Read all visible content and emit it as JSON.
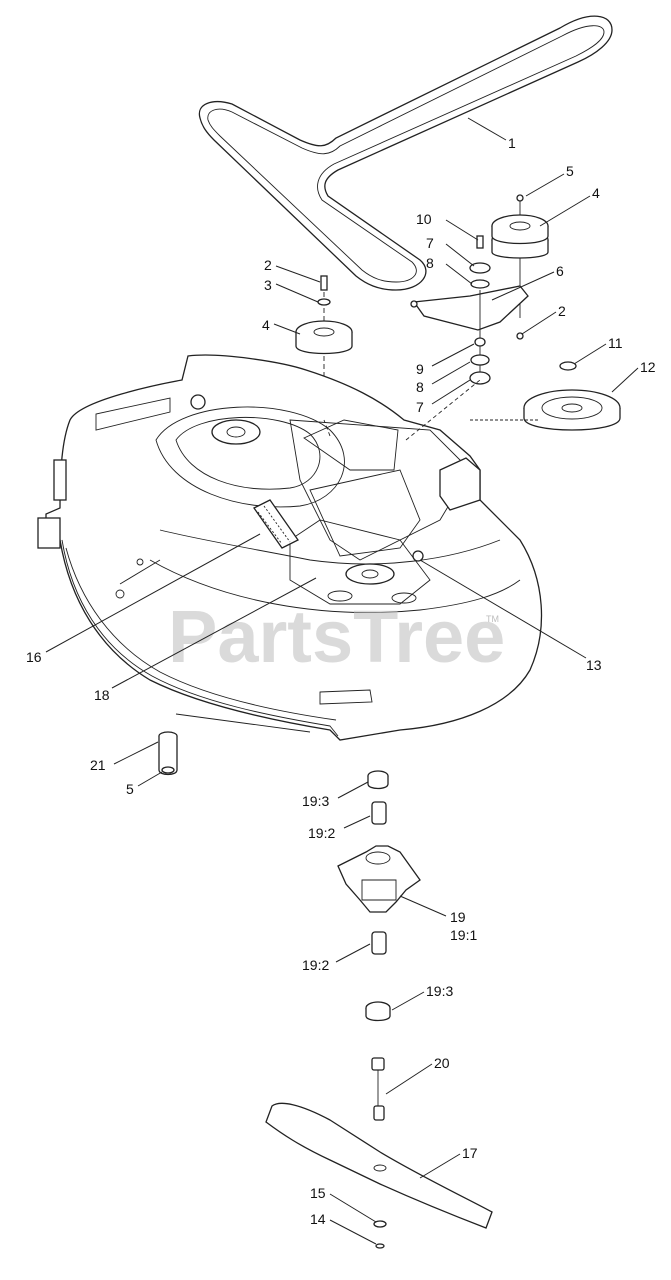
{
  "watermark": {
    "text": "PartsTree",
    "mark": "TM"
  },
  "callouts": [
    {
      "id": "c-1",
      "label": "1"
    },
    {
      "id": "c-5-top",
      "label": "5"
    },
    {
      "id": "c-4-right",
      "label": "4"
    },
    {
      "id": "c-10",
      "label": "10"
    },
    {
      "id": "c-7-top",
      "label": "7"
    },
    {
      "id": "c-6",
      "label": "6"
    },
    {
      "id": "c-8-top",
      "label": "8"
    },
    {
      "id": "c-2-left",
      "label": "2"
    },
    {
      "id": "c-3",
      "label": "3"
    },
    {
      "id": "c-4-left",
      "label": "4"
    },
    {
      "id": "c-2-right",
      "label": "2"
    },
    {
      "id": "c-9",
      "label": "9"
    },
    {
      "id": "c-8-bottom",
      "label": "8"
    },
    {
      "id": "c-7-bottom",
      "label": "7"
    },
    {
      "id": "c-11",
      "label": "11"
    },
    {
      "id": "c-12",
      "label": "12"
    },
    {
      "id": "c-16",
      "label": "16"
    },
    {
      "id": "c-13",
      "label": "13"
    },
    {
      "id": "c-18",
      "label": "18"
    },
    {
      "id": "c-21",
      "label": "21"
    },
    {
      "id": "c-5-bottom",
      "label": "5"
    },
    {
      "id": "c-19-3-top",
      "label": "19:3"
    },
    {
      "id": "c-19-2-top",
      "label": "19:2"
    },
    {
      "id": "c-19",
      "label": "19"
    },
    {
      "id": "c-19-1",
      "label": "19:1"
    },
    {
      "id": "c-19-2-bottom",
      "label": "19:2"
    },
    {
      "id": "c-19-3-bottom",
      "label": "19:3"
    },
    {
      "id": "c-20",
      "label": "20"
    },
    {
      "id": "c-17",
      "label": "17"
    },
    {
      "id": "c-15",
      "label": "15"
    },
    {
      "id": "c-14",
      "label": "14"
    }
  ]
}
